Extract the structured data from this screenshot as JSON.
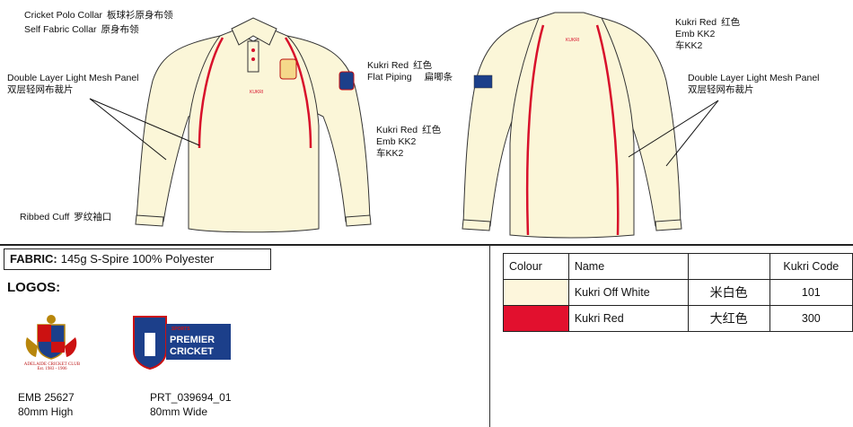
{
  "annotations": {
    "collar": {
      "en": "Cricket Polo Collar",
      "cn": "板球衫原身布领"
    },
    "self_fabric": {
      "en": "Self Fabric Collar",
      "cn": "原身布领"
    },
    "mesh_left": {
      "en": "Double Layer Light Mesh Panel",
      "cn": "双层轻网布裁片"
    },
    "ribbed_cuff": {
      "en": "Ribbed Cuff",
      "cn": "罗纹袖口"
    },
    "flat_piping": {
      "line1": "Kukri Red",
      "line1_cn": "红色",
      "line2": "Flat Piping",
      "line2_cn": "扁唧条"
    },
    "emb_front": {
      "line1": "Kukri Red",
      "line1_cn": "红色",
      "line2": "Emb KK2",
      "line3": "车KK2"
    },
    "emb_back": {
      "line1": "Kukri Red",
      "line1_cn": "红色",
      "line2": "Emb KK2",
      "line3": "车KK2"
    },
    "mesh_right": {
      "en": "Double Layer Light Mesh Panel",
      "cn": "双层轻网布裁片"
    }
  },
  "fabric": {
    "label": "FABRIC:",
    "value": "145g S-Spire 100% Polyester"
  },
  "logos": {
    "title": "LOGOS:",
    "items": [
      {
        "code": "EMB 25627",
        "size": "80mm High",
        "club_text": "ADELAIDE CRICKET CLUB",
        "est": "Est. 1983 - 1906"
      },
      {
        "code": "PRT_039694_01",
        "size": "80mm Wide",
        "line1": "PREMIER",
        "line2": "CRICKET"
      }
    ]
  },
  "colour_table": {
    "headers": [
      "Colour",
      "Name",
      "",
      "Kukri Code"
    ],
    "rows": [
      {
        "name": "Kukri Off White",
        "cn": "米白色",
        "code": "101",
        "swatch": "#fdf6dc"
      },
      {
        "name": "Kukri Red",
        "cn": "大红色",
        "code": "300",
        "swatch": "#e2102e"
      }
    ]
  },
  "colors": {
    "fabric": "#fbf6d8",
    "red": "#d8102b",
    "outline": "#333333"
  }
}
